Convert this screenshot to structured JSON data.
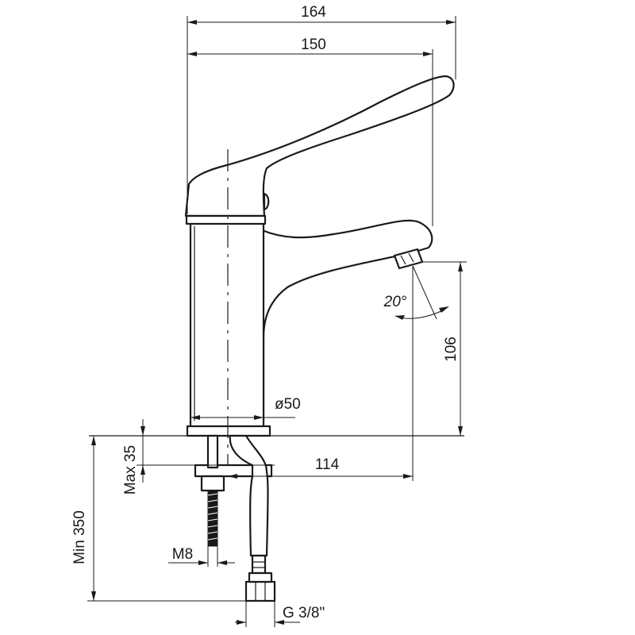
{
  "dimensions": {
    "overall_width": "164",
    "body_to_spout_width": "150",
    "spout_height": "106",
    "spout_angle": "20°",
    "body_diameter": "ø50",
    "max_deck_thickness": "Max 35",
    "spout_reach": "114",
    "min_hose_length": "Min 350",
    "stud_thread": "M8",
    "hose_connection": "G 3/8\""
  },
  "colors": {
    "line": "#1a1a1a",
    "background": "#ffffff"
  }
}
